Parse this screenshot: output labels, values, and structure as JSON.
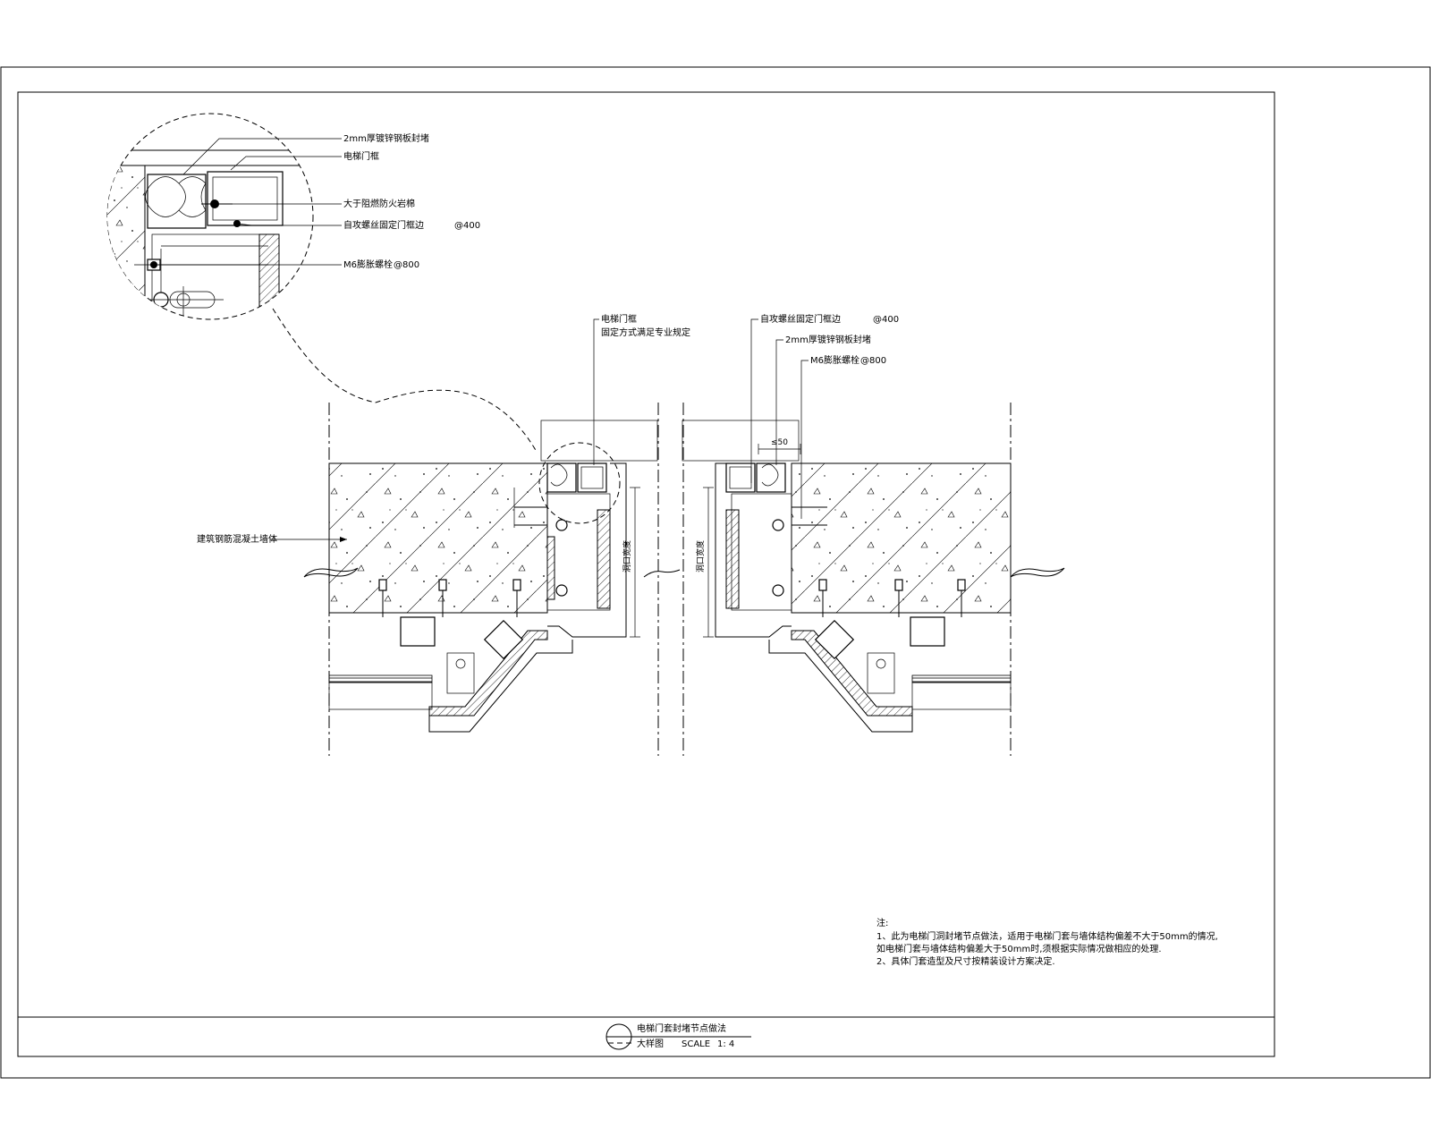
{
  "detail": {
    "labels": {
      "steel_plate": "2mm厚镀锌钢板封堵",
      "elevator_frame": "电梯门框",
      "fire_cotton": "大于阻燃防火岩棉",
      "self_tap_screw": "自攻螺丝固定门框边",
      "self_tap_spacing": "@400",
      "expansion_bolt": "M6膨胀螺栓",
      "expansion_spacing": "@800"
    }
  },
  "main": {
    "labels": {
      "elevator_frame": "电梯门框",
      "elevator_frame_note": "固定方式满足专业规定",
      "self_tap_screw": "自攻螺丝固定门框边",
      "self_tap_spacing": "@400",
      "steel_plate": "2mm厚镀锌钢板封堵",
      "expansion_bolt": "M6膨胀螺栓",
      "expansion_spacing": "@800",
      "wall": "建筑钢筋混凝土墙体",
      "dim_50": "≤50",
      "dim_left": "洞口宽度",
      "dim_right": "洞口宽度"
    }
  },
  "notes": {
    "heading": "注:",
    "line1": "1、此为电梯门洞封堵节点做法，适用于电梯门套与墙体结构偏差不大于50mm的情况,",
    "line2": "如电梯门套与墙体结构偏差大于50mm时,须根据实际情况做相应的处理.",
    "line3": "2、具体门套造型及尺寸按精装设计方案决定."
  },
  "title_block": {
    "title": "电梯门套封堵节点做法",
    "subtitle": "大样图",
    "scale_label": "SCALE",
    "scale_value": "1: 4"
  }
}
